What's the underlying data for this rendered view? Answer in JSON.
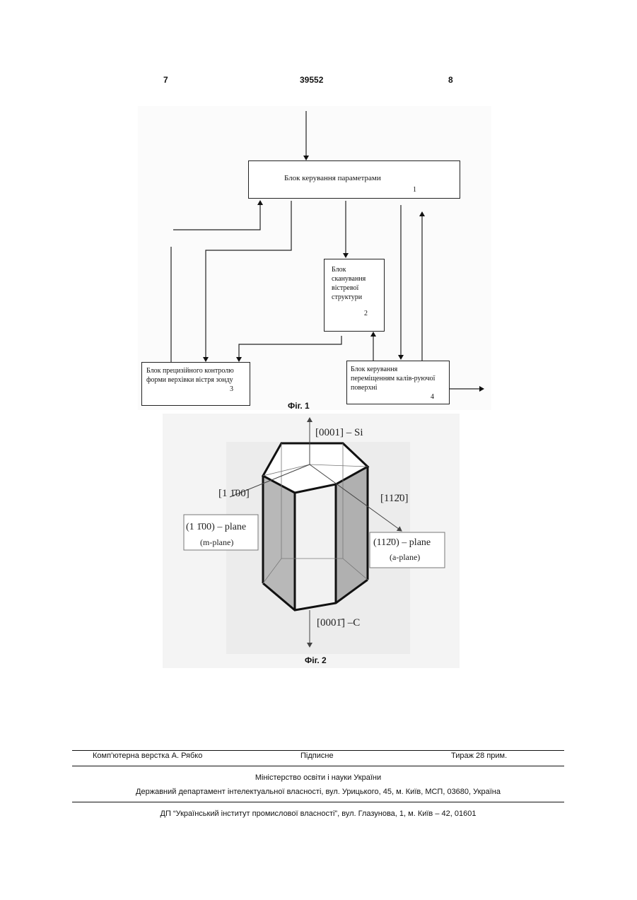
{
  "header": {
    "left": "7",
    "center": "39552",
    "right": "8"
  },
  "fig1": {
    "caption": "Фіг. 1",
    "block1": {
      "label": "Блок керування параметрами",
      "num": "1"
    },
    "block2": {
      "lines": [
        "Блок",
        "сканування",
        "вістревої",
        "структури"
      ],
      "num": "2"
    },
    "block3": {
      "lines": [
        "Блок прецизійного контролю",
        "форми верхівки вістря зонду"
      ],
      "num": "3"
    },
    "block4": {
      "lines": [
        "Блок керування",
        "переміщенням калів-руючої",
        "поверхні"
      ],
      "num": "4"
    }
  },
  "fig2": {
    "caption": "Фіг. 2",
    "top_axis": "[0001] – Si",
    "bottom_axis": "[0001̄] –C",
    "left_dir": "[1 1̄00]",
    "right_dir": "[112̄0]",
    "m_plane": {
      "line1": "(1 1̄00)  – plane",
      "line2": "(m-plane)"
    },
    "a_plane": {
      "line1": "(112̄0) – plane",
      "line2": "(a-plane)"
    }
  },
  "footer": {
    "layout": "Комп’ютерна верстка А. Рябко",
    "signed": "Підписне",
    "circulation": "Тираж 28 прим.",
    "ministry": "Міністерство освіти і науки України",
    "department": "Державний департамент інтелектуальної власності, вул. Урицького, 45, м. Київ, МСП, 03680, Україна",
    "institute": "ДП “Український інститут промислової власності”, вул. Глазунова, 1, м. Київ – 42, 01601"
  }
}
